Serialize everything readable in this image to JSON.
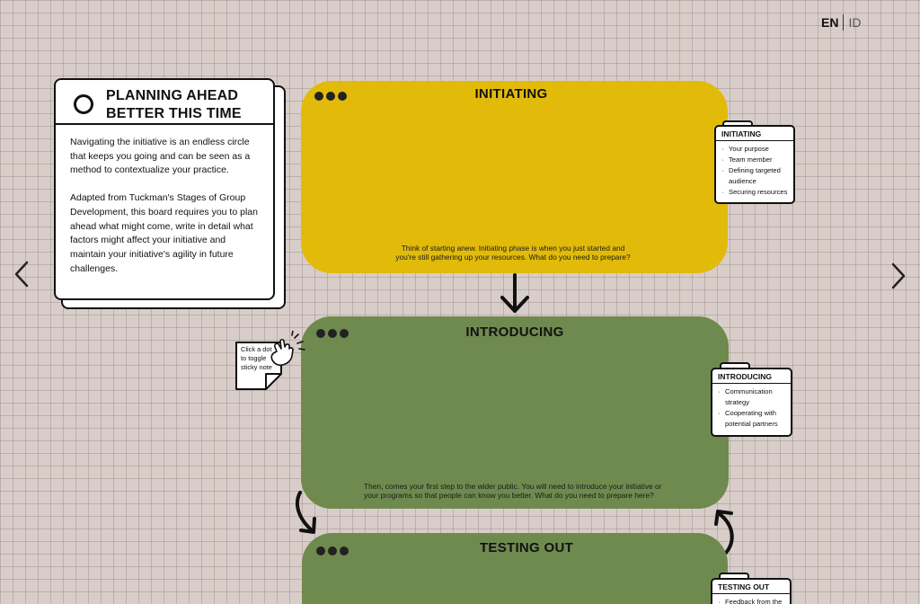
{
  "language": {
    "active": "EN",
    "other": "ID"
  },
  "intro": {
    "title_line1": "PLANNING AHEAD",
    "title_line2": "BETTER THIS TIME",
    "paragraph1": "Navigating the initiative is an endless circle that keeps you going and can be seen as a method to contextualize your practice.",
    "paragraph2": "Adapted from Tuckman's Stages of Group Development, this board requires you to plan ahead what might come, write in detail what factors might affect your initiative and maintain your initiative's agility in future challenges."
  },
  "hint": {
    "text": "Click a dot to toggle sticky note"
  },
  "stages": [
    {
      "title": "INITIATING",
      "description": "Think of starting anew. Initiating phase is when you just started and you're still gathering up your resources. What do you need to prepare?",
      "color": "#e2bb0a",
      "card_title": "INITIATING",
      "items": [
        "Your purpose",
        "Team member",
        "Defining targeted audience",
        "Securing resources"
      ]
    },
    {
      "title": "INTRODUCING",
      "description": "Then, comes your first step to the wider public. You will need to introduce your initiative or your programs so that people can know you better. What do you need to prepare here?",
      "color": "#6f8a4e",
      "card_title": "INTRODUCING",
      "items": [
        "Communication strategy",
        "Cooperating with potential partners"
      ]
    },
    {
      "title": "TESTING OUT",
      "description": "",
      "color": "#6f8a4e",
      "card_title": "TESTING OUT",
      "items": [
        "Feedback from the"
      ]
    }
  ],
  "icons": {
    "prev": "chevron-left-icon",
    "next": "chevron-right-icon",
    "hand": "pointing-hand-icon"
  }
}
